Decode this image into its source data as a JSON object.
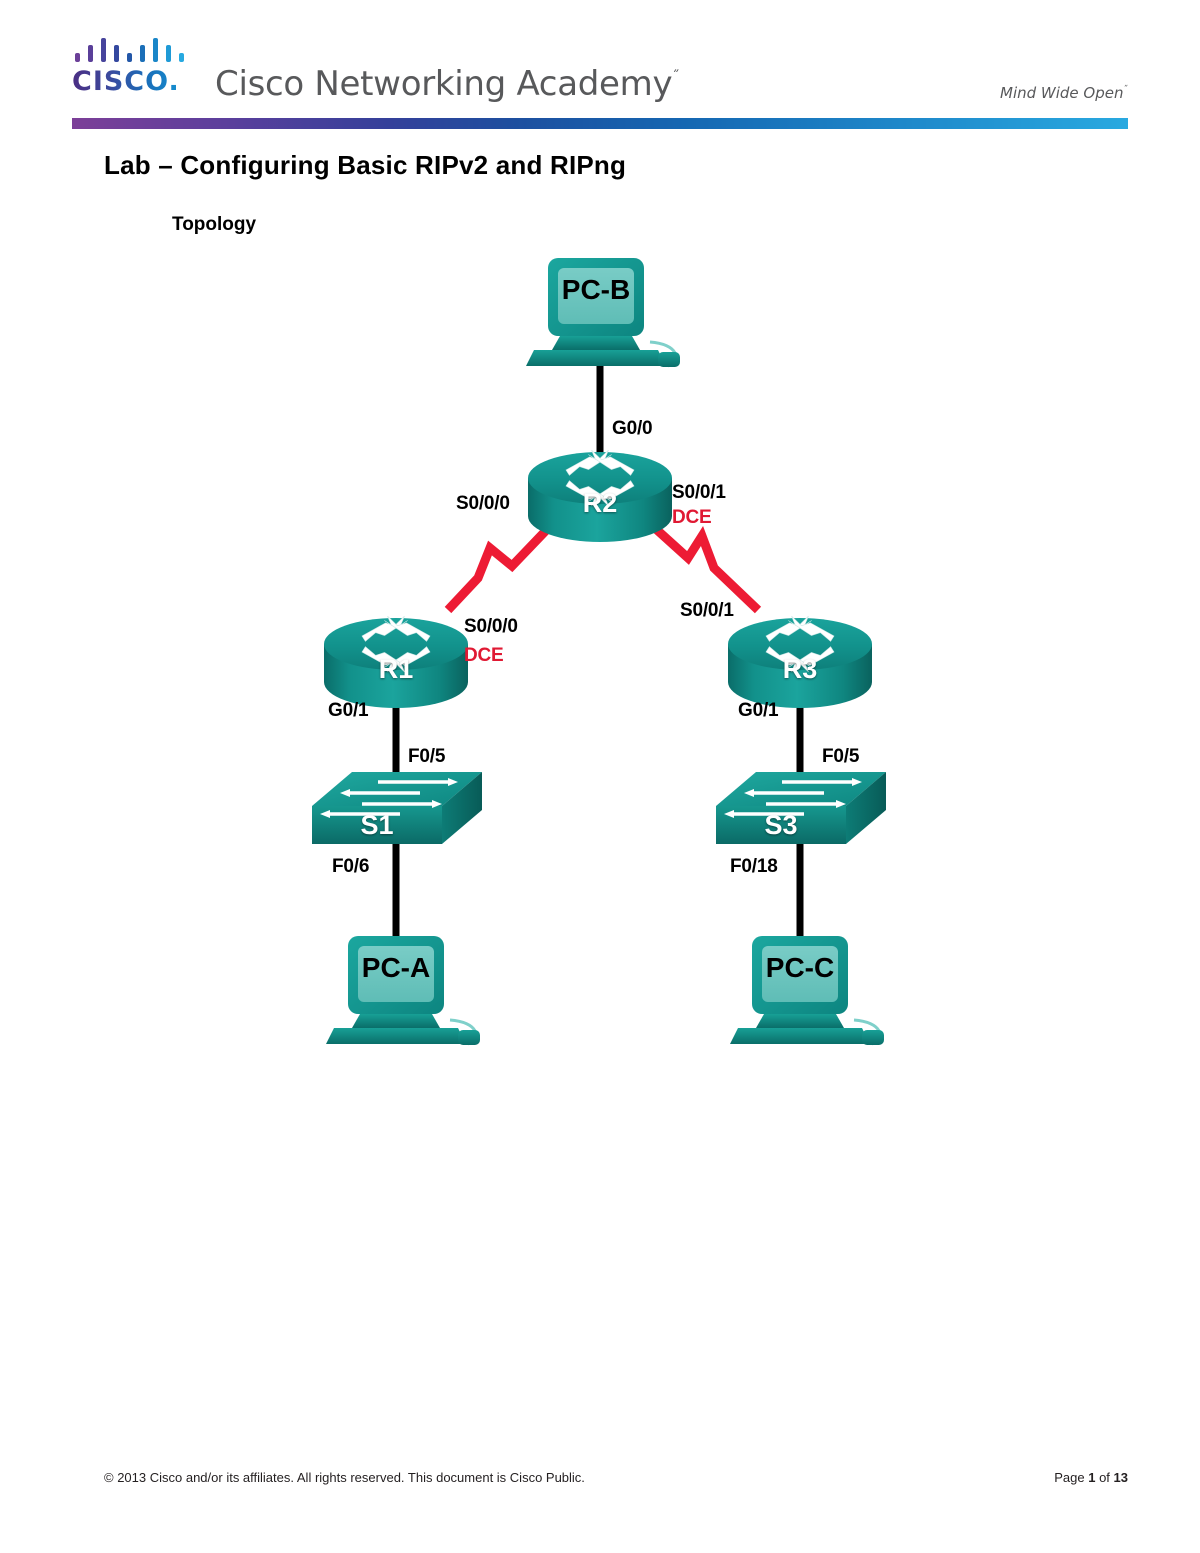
{
  "header": {
    "brand_wordmark": "CISCO.",
    "brand_name": "Cisco Networking Academy",
    "brand_tm": "˝",
    "tagline": "Mind Wide Open",
    "tagline_tm": "˝",
    "logo_bar_colors": [
      "#6b3f98",
      "#5a3f99",
      "#47449c",
      "#34489f",
      "#2357a8",
      "#1b6fb8",
      "#1a86c8",
      "#1f9ad6",
      "#27a9e0"
    ],
    "rule_gradient_start": "#7c3f98",
    "rule_gradient_end": "#29a9e0"
  },
  "document": {
    "title": "Lab – Configuring Basic RIPv2 and RIPng",
    "section_heading": "Topology"
  },
  "topology": {
    "device_color": "#10918c",
    "ethernet_link_color": "#000000",
    "serial_link_color": "#ed1b34",
    "dce_label_color": "#e01933",
    "devices": [
      {
        "id": "pc-b",
        "type": "pc",
        "label": "PC-B"
      },
      {
        "id": "r2",
        "type": "router",
        "label": "R2"
      },
      {
        "id": "r1",
        "type": "router",
        "label": "R1"
      },
      {
        "id": "r3",
        "type": "router",
        "label": "R3"
      },
      {
        "id": "s1",
        "type": "switch",
        "label": "S1"
      },
      {
        "id": "s3",
        "type": "switch",
        "label": "S3"
      },
      {
        "id": "pc-a",
        "type": "pc",
        "label": "PC-A"
      },
      {
        "id": "pc-c",
        "type": "pc",
        "label": "PC-C"
      }
    ],
    "links": [
      {
        "id": "pcb-r2",
        "type": "ethernet",
        "from": "pc-b",
        "to": "r2",
        "labels": [
          "G0/0"
        ]
      },
      {
        "id": "r2-r1",
        "type": "serial",
        "from": "r2",
        "to": "r1",
        "labels": [
          "S0/0/0",
          "S0/0/0",
          "DCE"
        ]
      },
      {
        "id": "r2-r3",
        "type": "serial",
        "from": "r2",
        "to": "r3",
        "labels": [
          "S0/0/1",
          "DCE",
          "S0/0/1"
        ]
      },
      {
        "id": "r1-s1",
        "type": "ethernet",
        "from": "r1",
        "to": "s1",
        "labels": [
          "G0/1",
          "F0/5"
        ]
      },
      {
        "id": "s1-pca",
        "type": "ethernet",
        "from": "s1",
        "to": "pc-a",
        "labels": [
          "F0/6"
        ]
      },
      {
        "id": "r3-s3",
        "type": "ethernet",
        "from": "r3",
        "to": "s3",
        "labels": [
          "G0/1",
          "F0/5"
        ]
      },
      {
        "id": "s3-pcc",
        "type": "ethernet",
        "from": "s3",
        "to": "pc-c",
        "labels": [
          "F0/18"
        ]
      }
    ],
    "interface_labels": {
      "r2_g0_0": "G0/0",
      "r2_s0_0_0": "S0/0/0",
      "r2_s0_0_1": "S0/0/1",
      "r2_s0_0_1_dce": "DCE",
      "r1_s0_0_0": "S0/0/0",
      "r1_s0_0_0_dce": "DCE",
      "r1_g0_1": "G0/1",
      "r3_s0_0_1": "S0/0/1",
      "r3_g0_1": "G0/1",
      "s1_f0_5": "F0/5",
      "s1_f0_6": "F0/6",
      "s3_f0_5": "F0/5",
      "s3_f0_18": "F0/18"
    }
  },
  "footer": {
    "copyright": "© 2013 Cisco and/or its affiliates. All rights reserved. This document is Cisco Public.",
    "page_prefix": "Page ",
    "page_current": "1",
    "page_mid": " of ",
    "page_total": "13"
  }
}
